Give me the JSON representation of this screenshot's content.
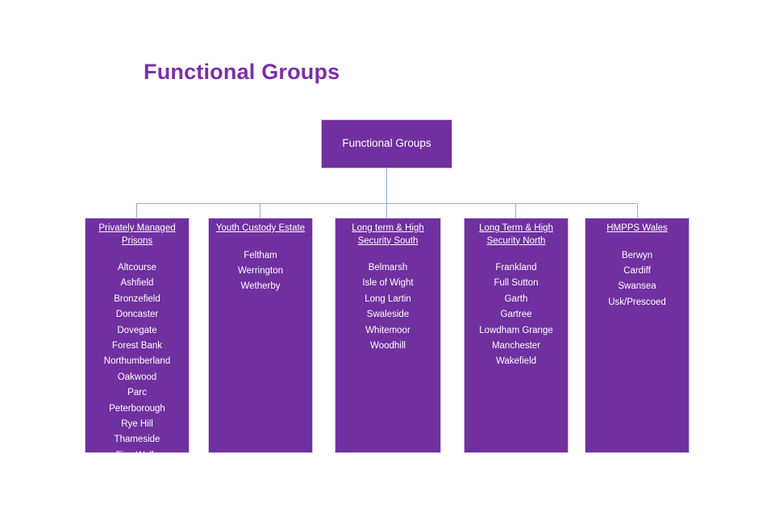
{
  "page": {
    "title": "Functional Groups",
    "background_color": "#ffffff",
    "title_color": "#7B2FA8",
    "node_color": "#7030A0",
    "node_border_color": "#D9C6E8",
    "connector_color": "#8FAADC",
    "node_text_color": "#FFFFFF"
  },
  "chart_data": {
    "type": "tree-diagram",
    "root": "Functional Groups",
    "groups": [
      {
        "header": "Privately Managed Prisons",
        "items": [
          "Altcourse",
          "Ashfield",
          "Bronzefield",
          "Doncaster",
          "Dovegate",
          "Forest Bank",
          "Northumberland",
          "Oakwood",
          "Parc",
          "Peterborough",
          "Rye Hill",
          "Thameside",
          "Five Wells"
        ]
      },
      {
        "header": "Youth Custody Estate",
        "items": [
          "Feltham",
          "Werrington",
          "Wetherby"
        ]
      },
      {
        "header": "Long term & High Security South",
        "items": [
          "Belmarsh",
          "Isle of Wight",
          "Long Lartin",
          "Swaleside",
          "Whitemoor",
          "Woodhill"
        ]
      },
      {
        "header": "Long Term & High Security North",
        "items": [
          "Frankland",
          "Full Sutton",
          "Garth",
          "Gartree",
          "Lowdham Grange",
          "Manchester",
          "Wakefield"
        ]
      },
      {
        "header": "HMPPS Wales",
        "items": [
          "Berwyn",
          "Cardiff",
          "Swansea",
          "Usk/Prescoed"
        ]
      }
    ]
  }
}
